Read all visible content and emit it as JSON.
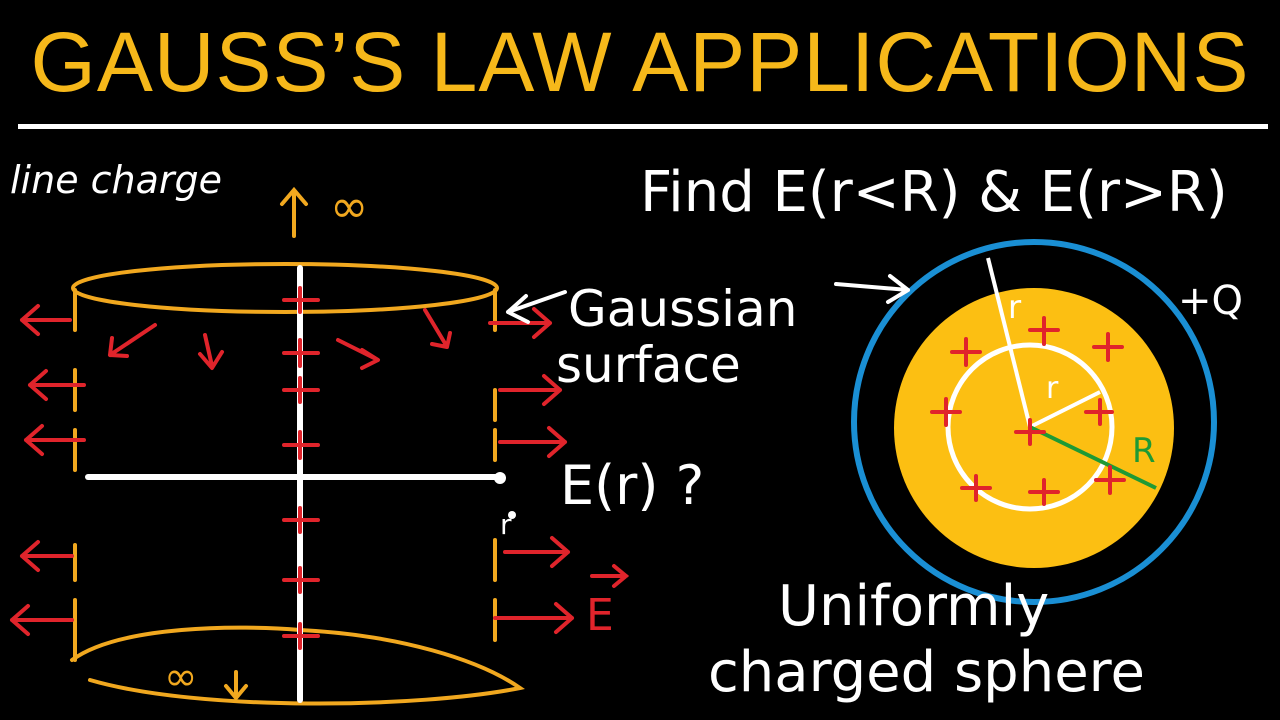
{
  "title": "GAUSS’S LAW APPLICATIONS",
  "colors": {
    "title": "#f6b81a",
    "cylinder": "#f1a81f",
    "field_arrows": "#e0242b",
    "sphere_fill": "#fcbf12",
    "gaussian_sphere": "#1a8fd4",
    "radius_R": "#1e9a35",
    "line": "#ffffff"
  },
  "left": {
    "line_charge_label": "line charge",
    "infinity_top": "∞",
    "infinity_bottom": "∞",
    "gaussian_label_1": "Gaussian",
    "gaussian_label_2": "surface",
    "field_question": "E(r) ?",
    "r_label": "r",
    "e_label": "E"
  },
  "right": {
    "find_text": "Find E(r<R) & E(r>R)",
    "charge_label": "+Q",
    "r_outer": "r",
    "r_inner": "r",
    "R_label": "R",
    "caption_1": "Uniformly",
    "caption_2": "charged sphere"
  }
}
